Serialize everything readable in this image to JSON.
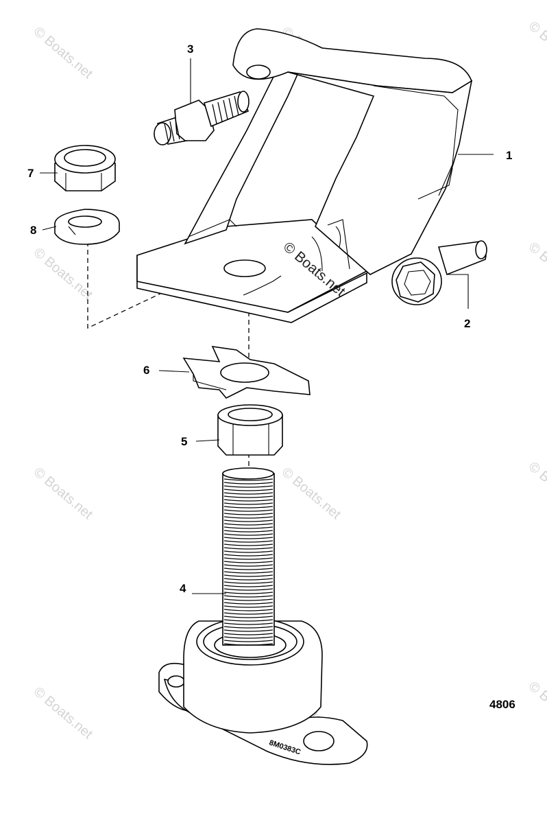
{
  "watermark": "© Boats.net",
  "diagram_number": "4806",
  "part_stamp": "8M0383C",
  "callouts": [
    {
      "id": "1",
      "part": "mount-bracket"
    },
    {
      "id": "2",
      "part": "flange-bolt"
    },
    {
      "id": "3",
      "part": "stud"
    },
    {
      "id": "4",
      "part": "engine-mount-threaded-stud"
    },
    {
      "id": "5",
      "part": "hex-nut"
    },
    {
      "id": "6",
      "part": "tab-washer"
    },
    {
      "id": "7",
      "part": "lock-nut"
    },
    {
      "id": "8",
      "part": "lock-washer"
    }
  ],
  "colors": {
    "line": "#000000",
    "watermark": "#d4d4d4",
    "background": "#ffffff"
  }
}
